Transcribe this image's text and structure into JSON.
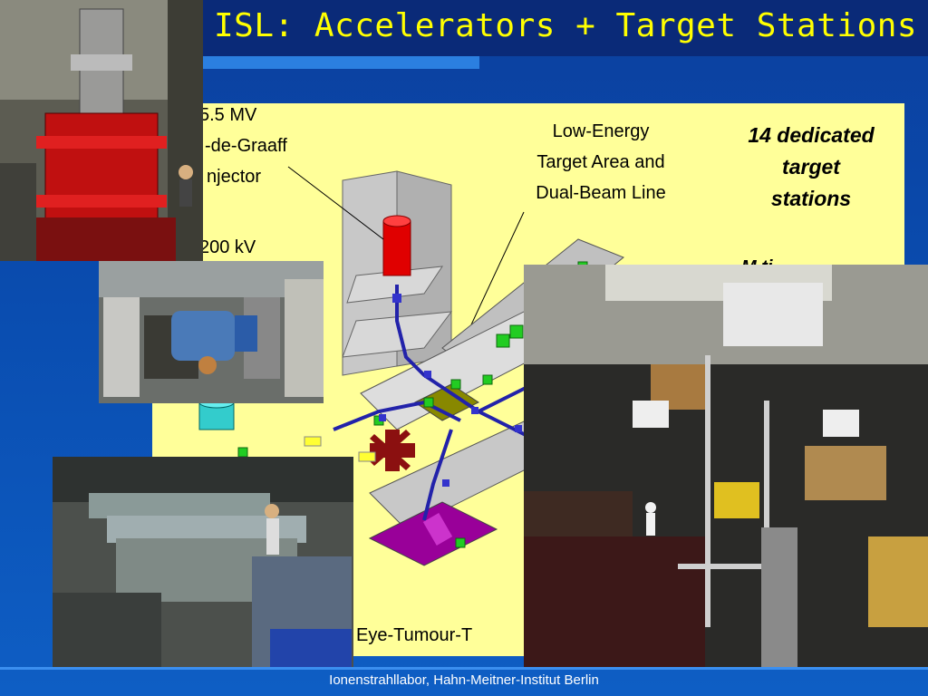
{
  "title": "ISL: Accelerators + Target Stations",
  "footer": "Ionenstrahllabor, Hahn-Meitner-Institut Berlin",
  "labels": {
    "injector_line1": "5.5 MV",
    "injector_line2": "-de-Graaff",
    "injector_line3": "njector",
    "voltage": "200 kV",
    "low_energy_line1": "Low-Energy",
    "low_energy_line2": "Target Area and",
    "low_energy_line3": "Dual-Beam Line",
    "dedicated_line1": "14 dedicated",
    "dedicated_line2": "target",
    "dedicated_line3": "stations",
    "partial_right": "M     ti",
    "eye_tumour": "Eye-Tumour-T"
  },
  "colors": {
    "title": "#ffff00",
    "diagram_bg": "#ffff99",
    "walls": "#c8c8c8",
    "beamline": "#2222aa",
    "tank": "#e00000",
    "magnet_green": "#22cc22",
    "purple_room": "#990099",
    "olive_room": "#888800"
  }
}
